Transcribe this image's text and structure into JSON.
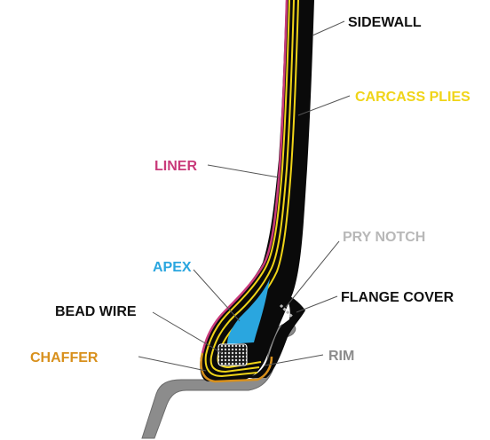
{
  "colors": {
    "sidewall": "#0a0a0a",
    "carcass_plies": "#f0d418",
    "liner": "#c93a7a",
    "apex": "#2aa6df",
    "chaffer": "#d8901c",
    "rim": "#8c8c8c",
    "pry_notch": "#b8b8b8",
    "leader": "#555555",
    "text_dark": "#111111"
  },
  "labels": {
    "sidewall": "SIDEWALL",
    "carcass_plies": "CARCASS PLIES",
    "liner": "LINER",
    "pry_notch": "PRY NOTCH",
    "apex": "APEX",
    "flange_cover": "FLANGE COVER",
    "bead_wire": "BEAD WIRE",
    "rim": "RIM",
    "chaffer": "CHAFFER"
  }
}
